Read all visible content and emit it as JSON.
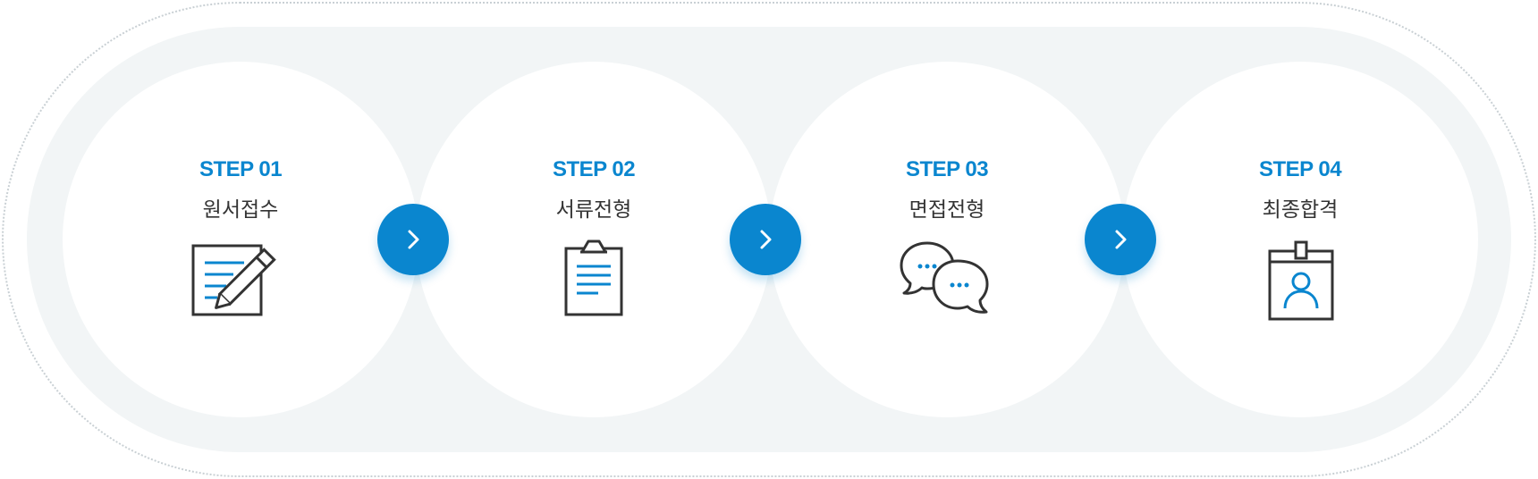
{
  "steps": [
    {
      "num": "STEP 01",
      "title": "원서접수",
      "icon": "application-pen-icon"
    },
    {
      "num": "STEP 02",
      "title": "서류전형",
      "icon": "clipboard-icon"
    },
    {
      "num": "STEP 03",
      "title": "면접전형",
      "icon": "chat-bubbles-icon"
    },
    {
      "num": "STEP 04",
      "title": "최종합격",
      "icon": "id-badge-icon"
    }
  ],
  "arrow_icon": "chevron-right-icon",
  "colors": {
    "accent": "#0a86cf",
    "band": "#f2f5f6",
    "text": "#333333",
    "icon_stroke": "#333333"
  }
}
